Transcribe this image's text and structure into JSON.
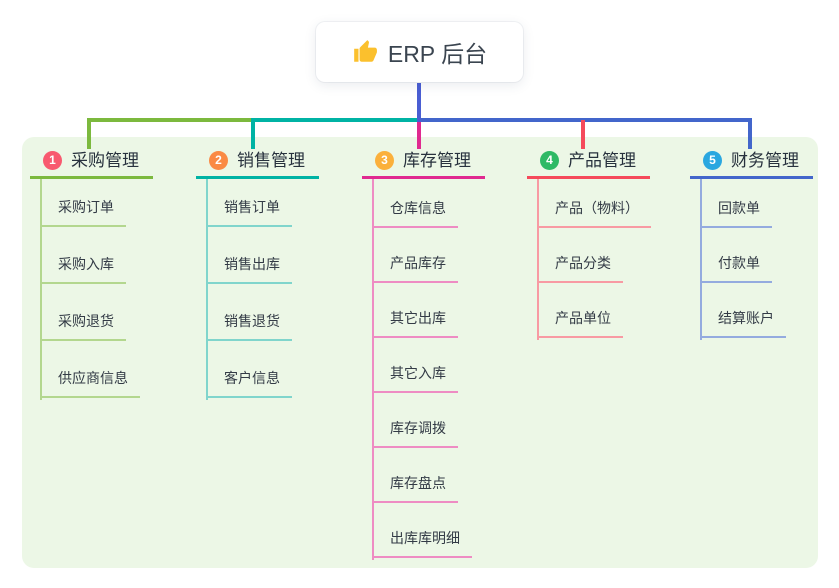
{
  "root": {
    "label": "ERP 后台",
    "icon": "thumbs-up-icon"
  },
  "branches": [
    {
      "number": "1",
      "title": "采购管理",
      "badge_color": "#f8596f",
      "line_color": "#7cb93e",
      "child_line_color": "#b3d78e",
      "children": [
        "采购订单",
        "采购入库",
        "采购退货",
        "供应商信息"
      ]
    },
    {
      "number": "2",
      "title": "销售管理",
      "badge_color": "#fa8a44",
      "line_color": "#00b3a4",
      "child_line_color": "#80d5cc",
      "children": [
        "销售订单",
        "销售出库",
        "销售退货",
        "客户信息"
      ]
    },
    {
      "number": "3",
      "title": "库存管理",
      "badge_color": "#fbb03b",
      "line_color": "#e02a90",
      "child_line_color": "#ee8cc3",
      "children": [
        "仓库信息",
        "产品库存",
        "其它出库",
        "其它入库",
        "库存调拨",
        "库存盘点",
        "出库库明细"
      ]
    },
    {
      "number": "4",
      "title": "产品管理",
      "badge_color": "#2eb965",
      "line_color": "#f54a5b",
      "child_line_color": "#f89aa3",
      "children": [
        "产品（物料）",
        "产品分类",
        "产品单位"
      ]
    },
    {
      "number": "5",
      "title": "财务管理",
      "badge_color": "#2aa7e0",
      "line_color": "#4366cb",
      "child_line_color": "#94abdf",
      "children": [
        "回款单",
        "付款单",
        "结算账户"
      ]
    }
  ],
  "colors": {
    "panel_background": "#ecf7e6",
    "root_connector": "#4a5ed3",
    "title_text": "#27313d",
    "child_text": "#333b46"
  }
}
